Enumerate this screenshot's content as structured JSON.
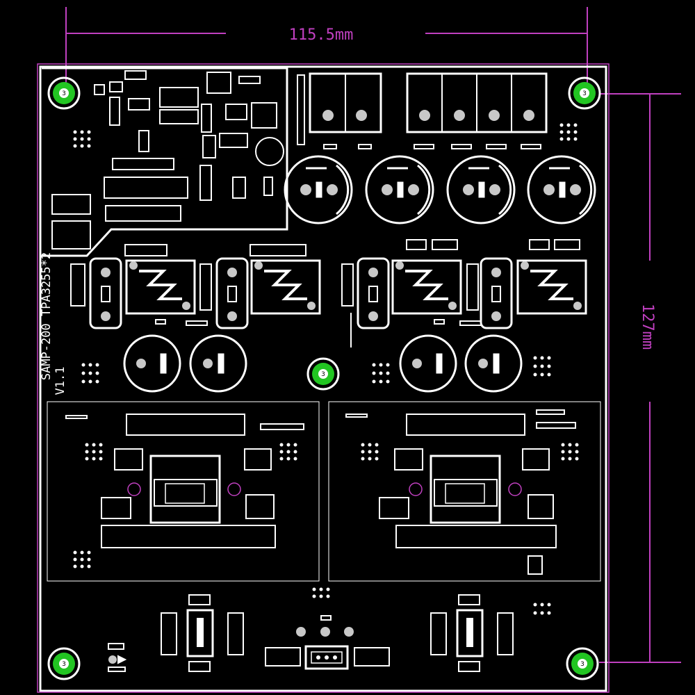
{
  "dimensions": {
    "width_label": "115.5mm",
    "height_label": "127mm"
  },
  "silkscreen": {
    "line1": "SAMP-200 TPA3255*2",
    "line2": "V1.1"
  },
  "mounting_hole_label": "3",
  "colors": {
    "background": "#000000",
    "silkscreen": "#ffffff",
    "dimension": "#c040c0",
    "mounting_hole": "#22c522",
    "pad": "#c8c8c8"
  }
}
